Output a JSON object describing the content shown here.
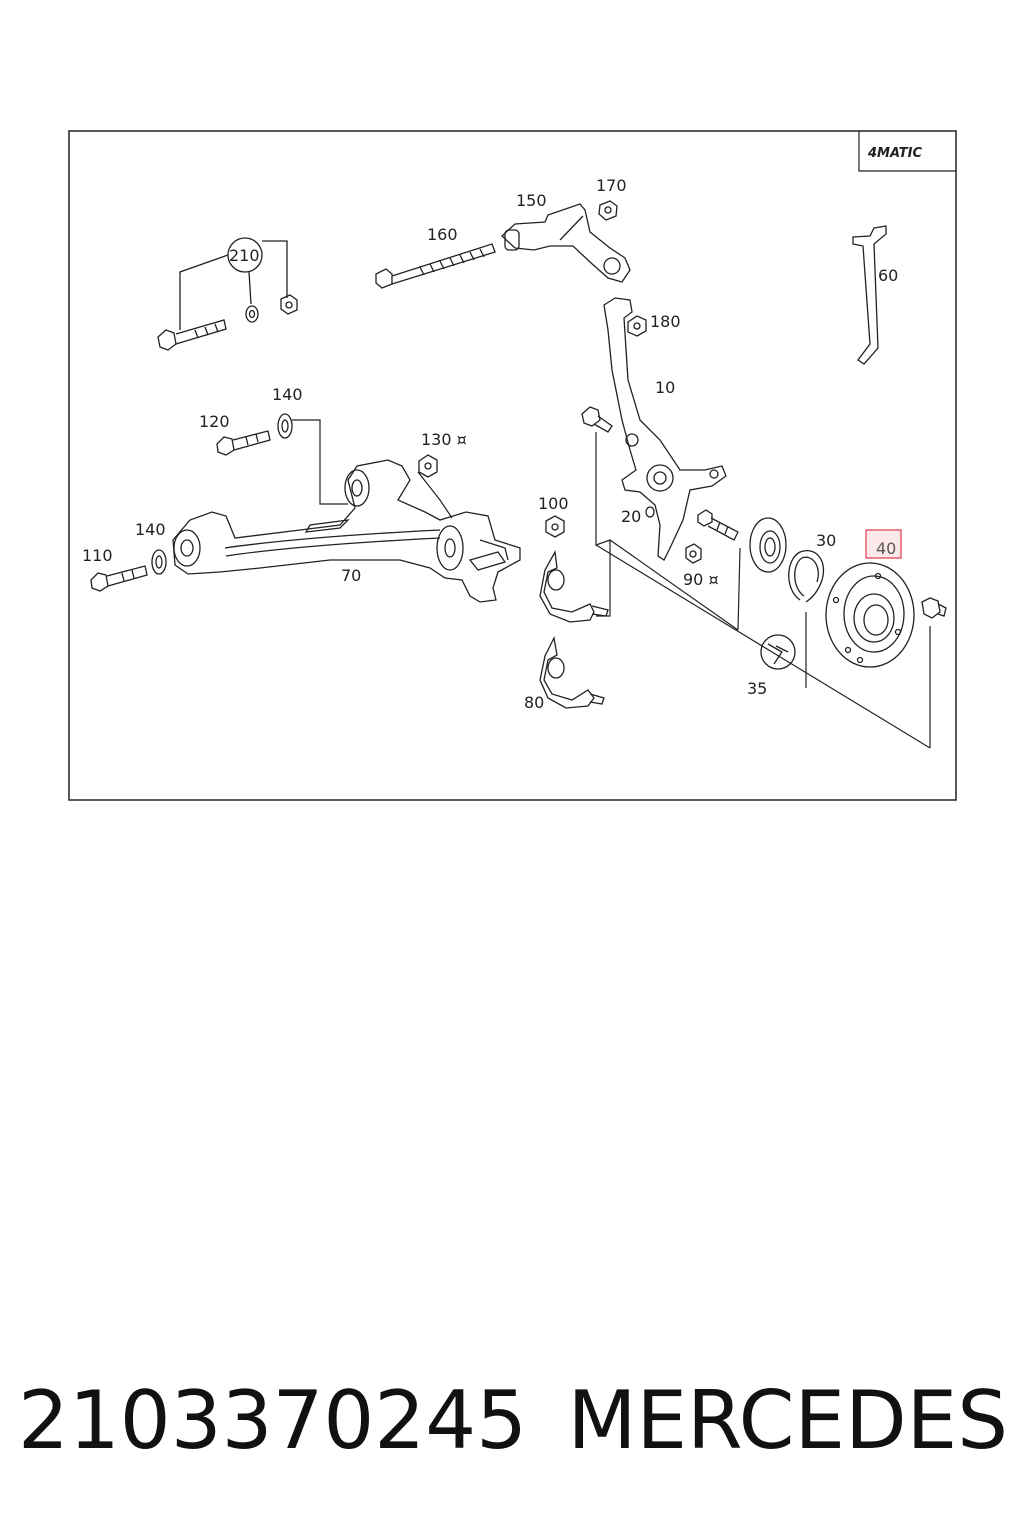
{
  "diagram": {
    "badge": "4MATIC",
    "highlight_color": "#e85b6b",
    "highlighted_part": "40",
    "labels": {
      "p10": "10",
      "p20": "20",
      "p30": "30",
      "p35": "35",
      "p40": "40",
      "p60": "60",
      "p70": "70",
      "p80": "80",
      "p90": "90 ¤",
      "p100": "100",
      "p110": "110",
      "p120": "120",
      "p130": "130 ¤",
      "p140a": "140",
      "p140b": "140",
      "p150": "150",
      "p160": "160",
      "p170": "170",
      "p180": "180",
      "p210": "210"
    }
  },
  "caption": {
    "part_number": "2103370245",
    "brand": "MERCEDES"
  }
}
